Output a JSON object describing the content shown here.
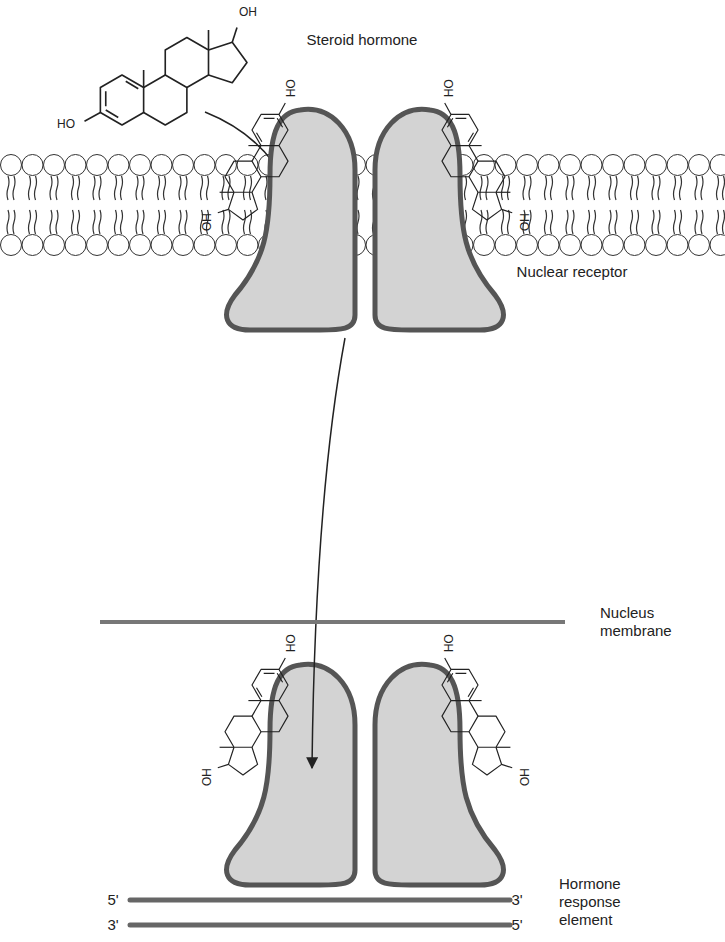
{
  "diagram": {
    "labels": [
      "OH",
      "HO",
      "Steroid hormone",
      "OH",
      "HO",
      "OH",
      "HO",
      "Nuclear receptor",
      "Nucleus membrane",
      "OH",
      "HO",
      "OH",
      "HO",
      "5'",
      "3'",
      "3'",
      "5'",
      "Hormone response element"
    ]
  }
}
